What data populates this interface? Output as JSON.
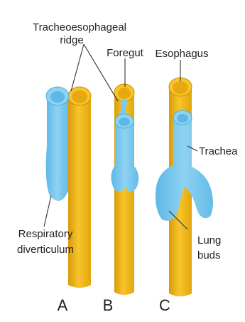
{
  "labels": {
    "tracheoesophageal_ridge": [
      "Tracheoesophageal",
      "ridge"
    ],
    "foregut": "Foregut",
    "esophagus": "Esophagus",
    "trachea": "Trachea",
    "respiratory_diverticulum": [
      "Respiratory",
      "diverticulum"
    ],
    "lung_buds": [
      "Lung",
      "buds"
    ]
  },
  "panels": {
    "a": "A",
    "b": "B",
    "c": "C"
  },
  "colors": {
    "gut": "#F2B817",
    "gut_shade": "#D99A0C",
    "respiratory": "#7CC9EE",
    "respiratory_shade": "#4FAEDD",
    "background": "#FFFFFF"
  }
}
